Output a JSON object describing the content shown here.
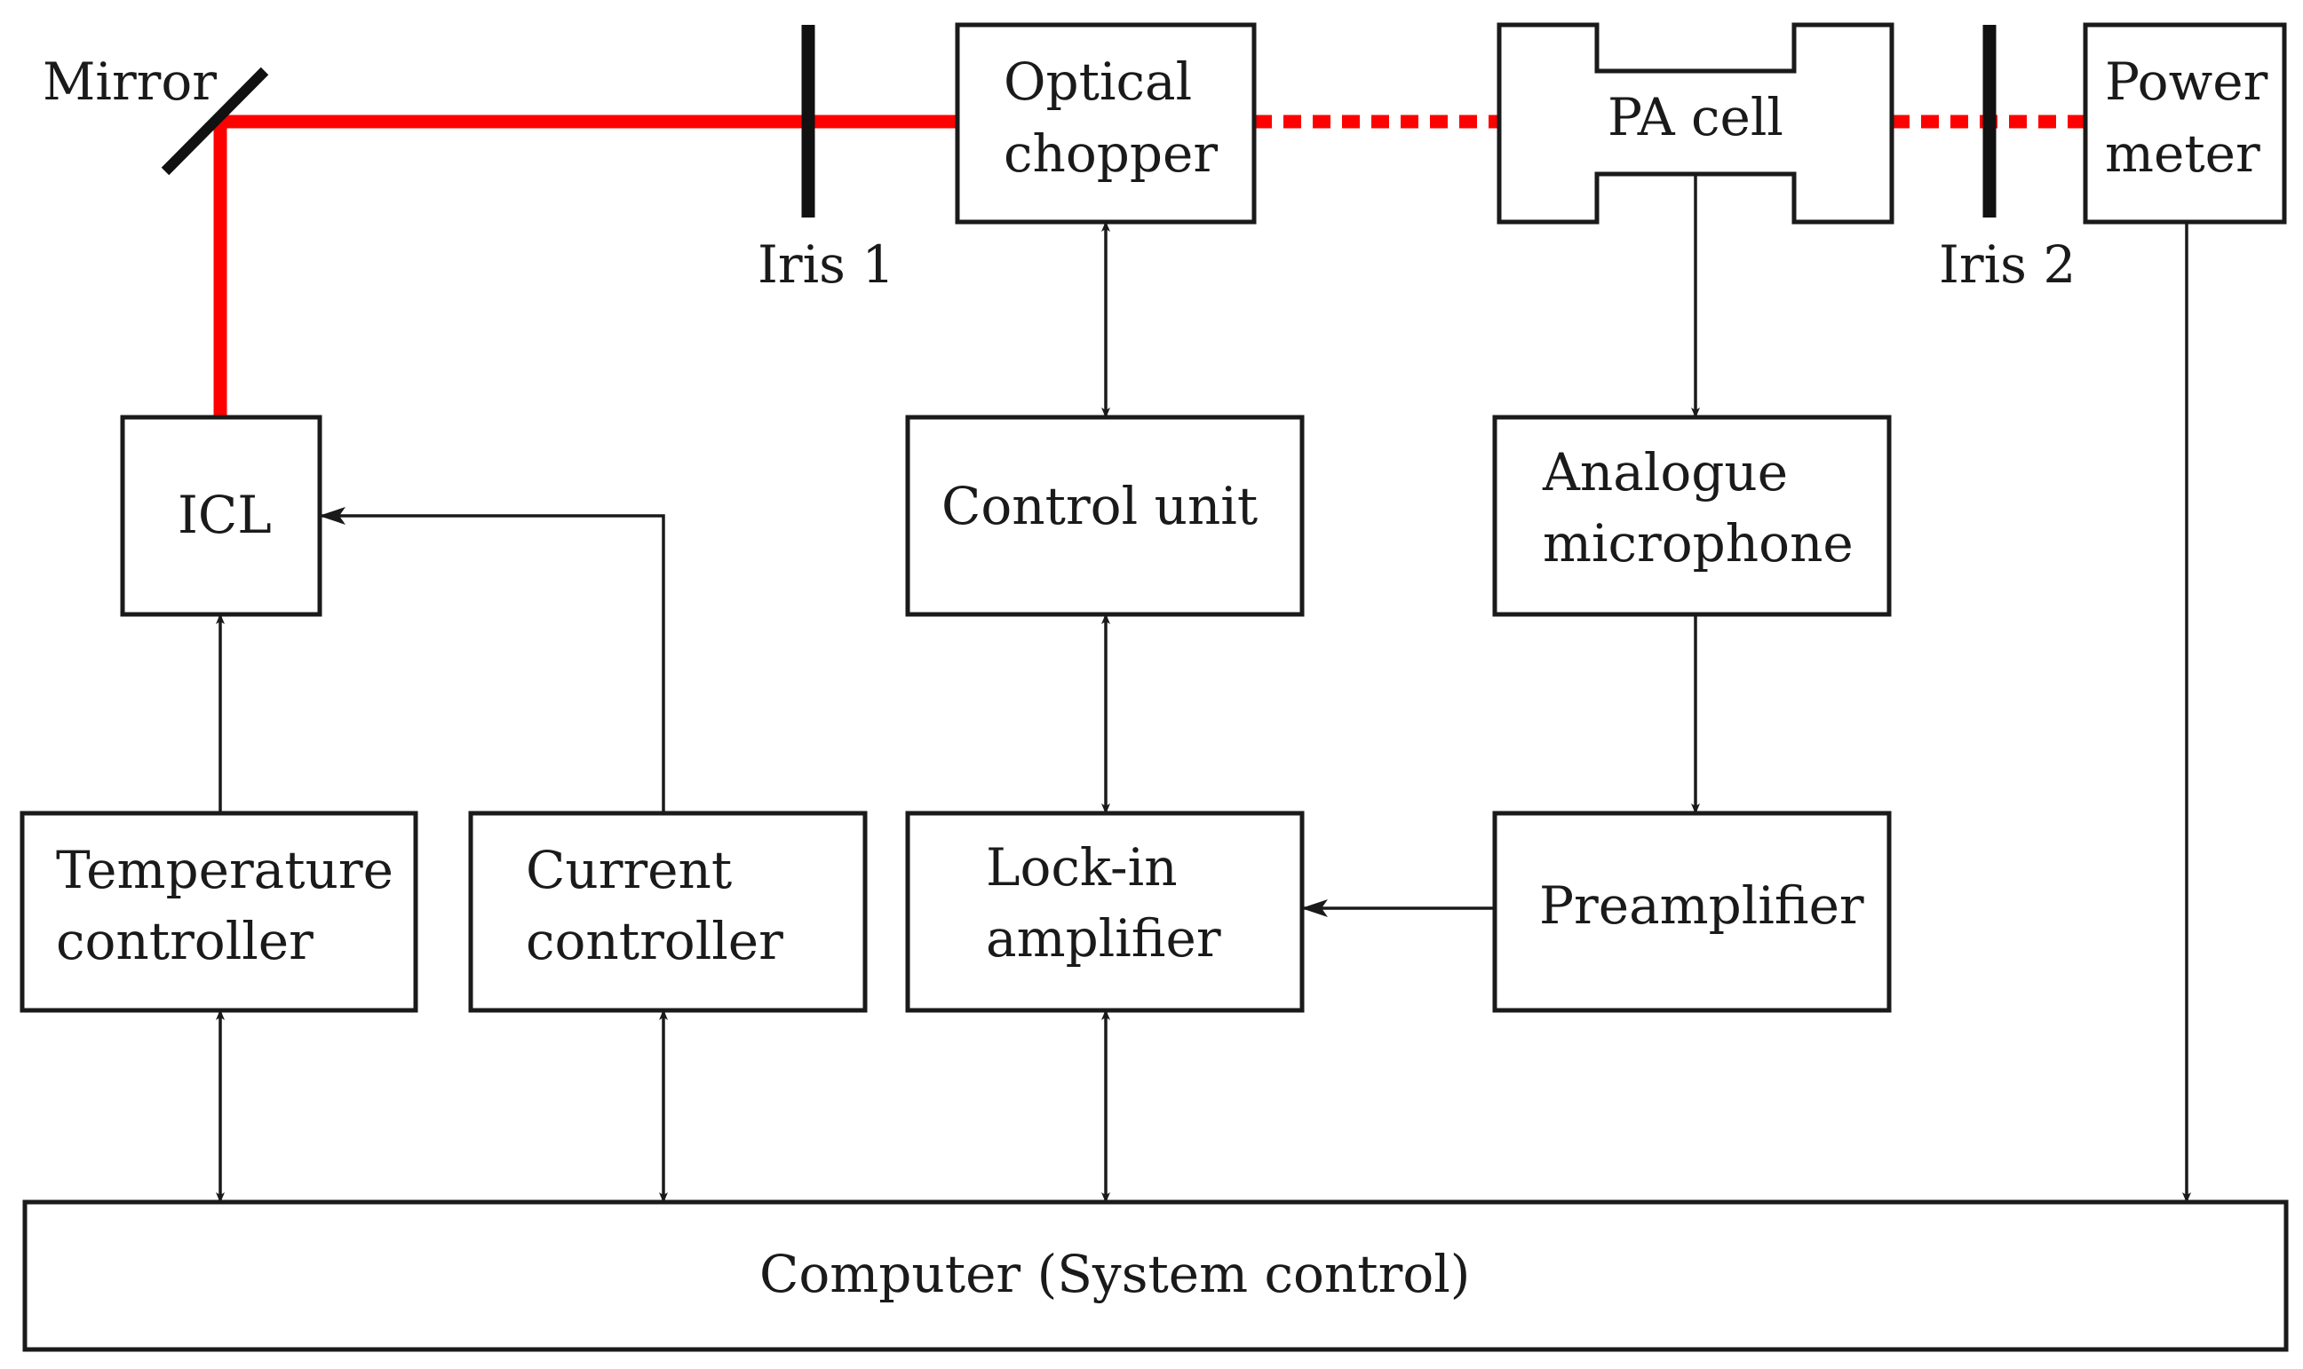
{
  "labels": {
    "mirror": "Mirror",
    "iris1": "Iris 1",
    "iris2": "Iris 2",
    "chopper_line1": "Optical",
    "chopper_line2": "chopper",
    "pa_cell": "PA cell",
    "power_line1": "Power",
    "power_line2": "meter",
    "icl": "ICL",
    "control_unit": "Control unit",
    "micro_line1": "Analogue",
    "micro_line2": "microphone",
    "temp_line1": "Temperature",
    "temp_line2": "controller",
    "current_line1": "Current",
    "current_line2": "controller",
    "lockin_line1": "Lock-in",
    "lockin_line2": "amplifier",
    "preamp": "Preamplifier",
    "computer": "Computer (System control)"
  },
  "colors": {
    "laser_beam": "#ff0000",
    "lines": "#1a1a1a",
    "background": "#ffffff"
  }
}
